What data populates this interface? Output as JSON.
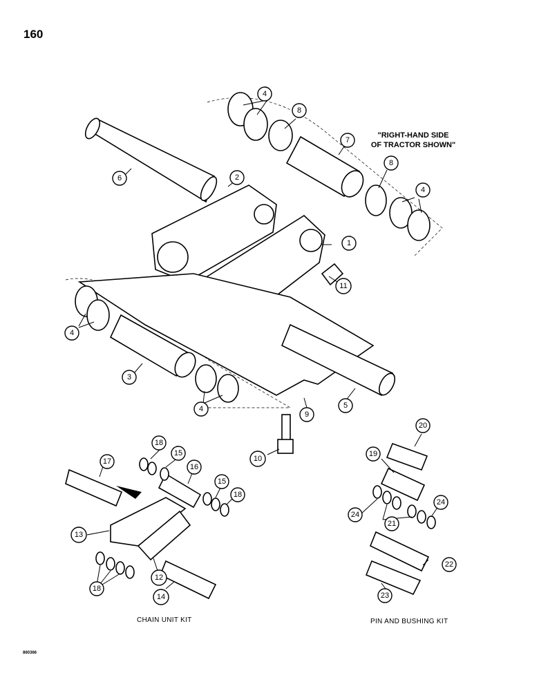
{
  "page_number": "160",
  "note": "\"RIGHT-HAND SIDE\nOF TRACTOR SHOWN\"",
  "kits": {
    "chain_unit": "CHAIN UNIT KIT",
    "pin_bushing": "PIN AND BUSHING KIT"
  },
  "figure_code": "860366",
  "callouts": {
    "c1": "1",
    "c2": "2",
    "c3": "3",
    "c4a": "4",
    "c4b": "4",
    "c4c": "4",
    "c4d": "4",
    "c5": "5",
    "c6": "6",
    "c7": "7",
    "c8a": "8",
    "c8b": "8",
    "c9": "9",
    "c10": "10",
    "c11": "11",
    "c12": "12",
    "c13": "13",
    "c14": "14",
    "c15a": "15",
    "c15b": "15",
    "c16": "16",
    "c17": "17",
    "c18a": "18",
    "c18b": "18",
    "c18c": "18",
    "c19": "19",
    "c20": "20",
    "c21": "21",
    "c22": "22",
    "c23": "23",
    "c24a": "24",
    "c24b": "24"
  }
}
